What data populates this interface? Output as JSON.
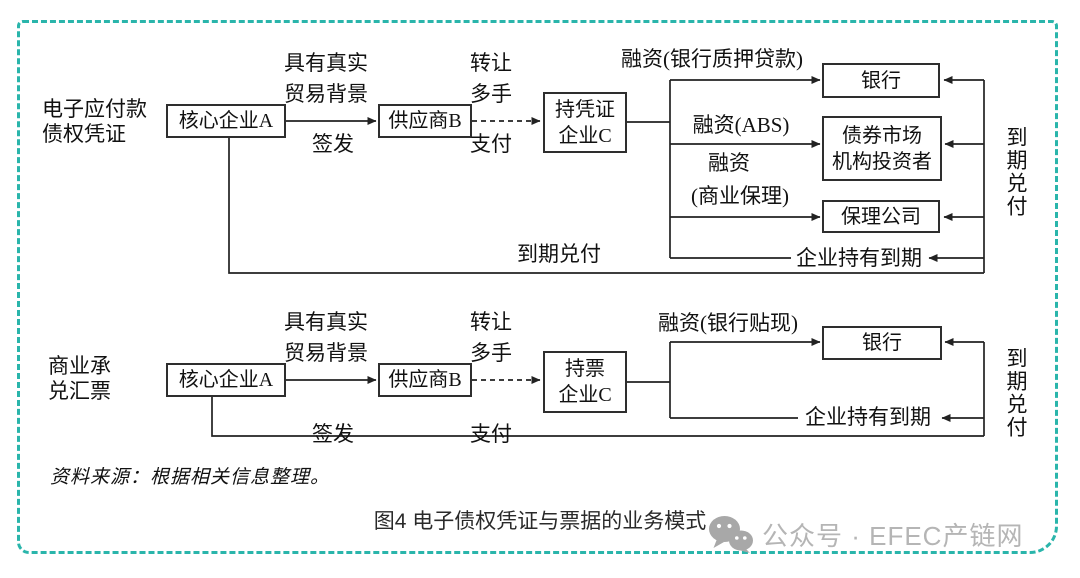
{
  "frame": {
    "border_color": "#2ab5ab"
  },
  "diagram1": {
    "side_label_line1": "电子应付款",
    "side_label_line2": "债权凭证",
    "node_core": "核心企业A",
    "node_supplier": "供应商B",
    "node_holder_line1": "持凭证",
    "node_holder_line2": "企业C",
    "node_bank": "银行",
    "node_bond_line1": "债券市场",
    "node_bond_line2": "机构投资者",
    "node_factoring": "保理公司",
    "label_trade_line1": "具有真实",
    "label_trade_line2": "贸易背景",
    "label_issue": "签发",
    "label_transfer_line1": "转让",
    "label_transfer_line2": "多手",
    "label_pay": "支付",
    "label_fin_bank": "融资(银行质押贷款)",
    "label_fin_abs": "融资(ABS)",
    "label_fin_factoring_line1": "融资",
    "label_fin_factoring_line2": "(商业保理)",
    "label_hold": "企业持有到期",
    "label_maturity_bottom": "到期兑付",
    "label_maturity_right": "到期兑付"
  },
  "diagram2": {
    "side_label_line1": "商业承",
    "side_label_line2": "兑汇票",
    "node_core": "核心企业A",
    "node_supplier": "供应商B",
    "node_holder_line1": "持票",
    "node_holder_line2": "企业C",
    "node_bank": "银行",
    "label_trade_line1": "具有真实",
    "label_trade_line2": "贸易背景",
    "label_issue": "签发",
    "label_transfer_line1": "转让",
    "label_transfer_line2": "多手",
    "label_pay": "支付",
    "label_fin_bank": "融资(银行贴现)",
    "label_hold": "企业持有到期",
    "label_maturity_right": "到期兑付"
  },
  "footer": {
    "source_note": "资料来源：根据相关信息整理。",
    "caption": "图4 电子债权凭证与票据的业务模式"
  },
  "watermark": {
    "icon": "wechat-icon",
    "label": "公众号 · EFEC产链网",
    "color": "#b5b5b5"
  }
}
